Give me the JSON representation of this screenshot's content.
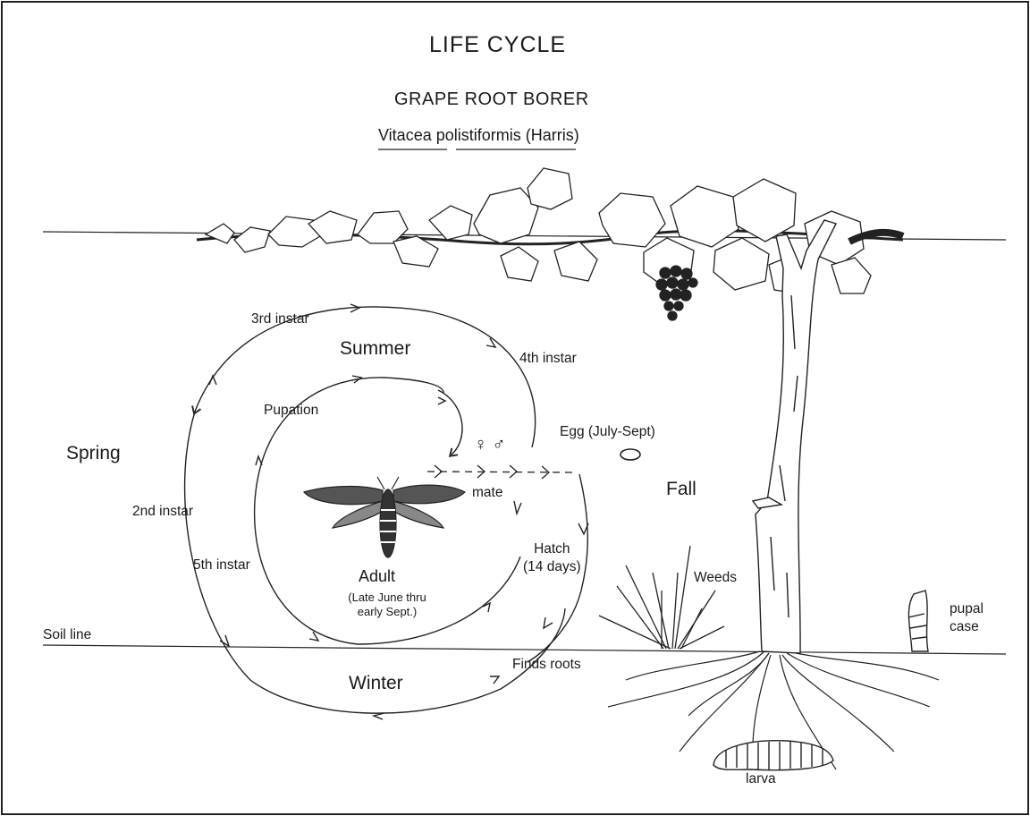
{
  "title": "LIFE CYCLE",
  "subtitle": "GRAPE ROOT BORER",
  "scientific_name": {
    "genus": "Vitacea",
    "species": "polistiformis",
    "author": "(Harris)"
  },
  "seasons": {
    "spring": "Spring",
    "summer": "Summer",
    "fall": "Fall",
    "winter": "Winter"
  },
  "stages": {
    "instar_3": "3rd instar",
    "instar_4": "4th instar",
    "instar_2": "2nd instar",
    "instar_5": "5th instar",
    "pupation": "Pupation",
    "sex_symbols": "♀ ♂",
    "mate": "mate",
    "egg": "Egg (July-Sept)",
    "hatch_line1": "Hatch",
    "hatch_line2": "(14 days)",
    "adult": "Adult",
    "adult_note_line1": "(Late June thru",
    "adult_note_line2": "early Sept.)",
    "finds_roots": "Finds roots"
  },
  "labels": {
    "weeds": "Weeds",
    "pupal_line1": "pupal",
    "pupal_line2": "case",
    "soil_line": "Soil line",
    "larva": "larva"
  }
}
